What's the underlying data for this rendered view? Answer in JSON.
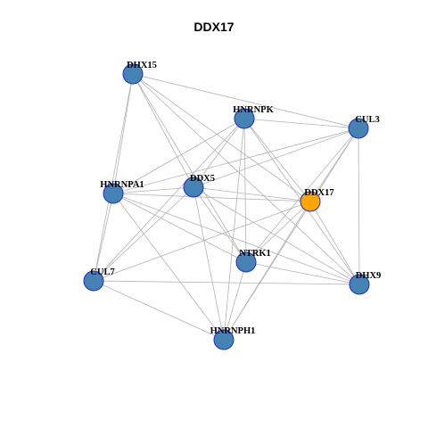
{
  "title": "DDX17",
  "colors": {
    "node_default": "#4682b4",
    "node_highlight": "#ffa500",
    "node_border": "#1f2fbf",
    "edge": "#b3b3b3"
  },
  "nodes": [
    {
      "id": "DHX15",
      "label": "DHX15",
      "highlight": false
    },
    {
      "id": "HNRNPK",
      "label": "HNRNPK",
      "highlight": false
    },
    {
      "id": "CUL3",
      "label": "CUL3",
      "highlight": false
    },
    {
      "id": "HNRNPA1",
      "label": "HNRNPA1",
      "highlight": false
    },
    {
      "id": "DDX5",
      "label": "DDX5",
      "highlight": false
    },
    {
      "id": "DDX17",
      "label": "DDX17",
      "highlight": true
    },
    {
      "id": "NTRK1",
      "label": "NTRK1",
      "highlight": false
    },
    {
      "id": "CUL7",
      "label": "CUL7",
      "highlight": false
    },
    {
      "id": "DHX9",
      "label": "DHX9",
      "highlight": false
    },
    {
      "id": "HNRNPH1",
      "label": "HNRNPH1",
      "highlight": false
    }
  ],
  "edges": [
    [
      "DHX15",
      "CUL3"
    ],
    [
      "DHX15",
      "HNRNPA1"
    ],
    [
      "DHX15",
      "CUL7"
    ],
    [
      "DHX15",
      "DDX5"
    ],
    [
      "DHX15",
      "DDX17"
    ],
    [
      "DHX15",
      "NTRK1"
    ],
    [
      "DHX15",
      "DHX9"
    ],
    [
      "HNRNPK",
      "CUL3"
    ],
    [
      "HNRNPK",
      "HNRNPA1"
    ],
    [
      "HNRNPK",
      "DDX5"
    ],
    [
      "HNRNPK",
      "DDX17"
    ],
    [
      "HNRNPK",
      "NTRK1"
    ],
    [
      "HNRNPK",
      "DHX9"
    ],
    [
      "HNRNPK",
      "HNRNPH1"
    ],
    [
      "HNRNPK",
      "CUL7"
    ],
    [
      "CUL3",
      "HNRNPA1"
    ],
    [
      "CUL3",
      "DDX5"
    ],
    [
      "CUL3",
      "DDX17"
    ],
    [
      "CUL3",
      "NTRK1"
    ],
    [
      "CUL3",
      "DHX9"
    ],
    [
      "CUL3",
      "HNRNPH1"
    ],
    [
      "HNRNPA1",
      "DDX5"
    ],
    [
      "HNRNPA1",
      "DDX17"
    ],
    [
      "HNRNPA1",
      "NTRK1"
    ],
    [
      "HNRNPA1",
      "DHX9"
    ],
    [
      "HNRNPA1",
      "CUL7"
    ],
    [
      "HNRNPA1",
      "HNRNPH1"
    ],
    [
      "DDX5",
      "DDX17"
    ],
    [
      "DDX5",
      "NTRK1"
    ],
    [
      "DDX5",
      "DHX9"
    ],
    [
      "DDX5",
      "CUL7"
    ],
    [
      "DDX5",
      "HNRNPH1"
    ],
    [
      "DDX17",
      "NTRK1"
    ],
    [
      "DDX17",
      "DHX9"
    ],
    [
      "DDX17",
      "HNRNPH1"
    ],
    [
      "DDX17",
      "CUL7"
    ],
    [
      "NTRK1",
      "DHX9"
    ],
    [
      "NTRK1",
      "HNRNPH1"
    ],
    [
      "CUL7",
      "DHX9"
    ],
    [
      "CUL7",
      "HNRNPH1"
    ]
  ]
}
